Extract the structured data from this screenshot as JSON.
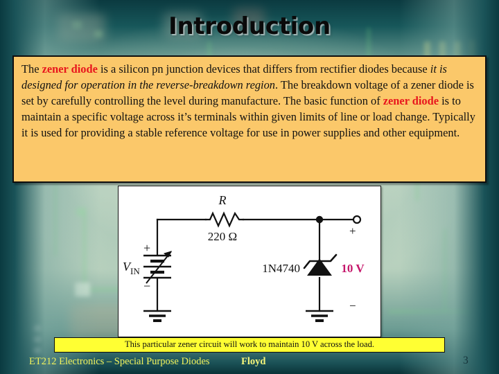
{
  "slide": {
    "title": "Introduction",
    "page_number": "3"
  },
  "body": {
    "seg1": "The ",
    "seg2_bold_red": "zener diode",
    "seg3": " is a silicon pn junction devices that differs from rectifier diodes because ",
    "seg4_italic": "it is designed for operation in the reverse-breakdown region",
    "seg5": ". The breakdown voltage of a zener diode is set by carefully controlling the level during manufacture. The basic function of ",
    "seg6_bold_red": "zener diode",
    "seg7": " is to maintain a specific voltage across it’s terminals within given limits of line or load change. Typically it is used for providing a stable reference voltage for use in power supplies and other equipment."
  },
  "circuit": {
    "source_label": "V",
    "source_sub": "IN",
    "source_plus": "+",
    "source_minus": "−",
    "resistor_ref": "R",
    "resistor_value": "220 Ω",
    "diode_part": "1N4740",
    "output_voltage": "10 V",
    "out_plus": "+",
    "out_minus": "−",
    "colors": {
      "wire": "#111111",
      "output_voltage": "#c5176b"
    }
  },
  "caption": {
    "text": "This particular zener circuit will work to maintain 10 V across the load."
  },
  "footer": {
    "left": "ET212 Electronics – Special Purpose Diodes",
    "center": "Floyd"
  },
  "theme": {
    "body_box_fill": "#fbc86a",
    "caption_fill": "#ffff33",
    "highlight_red": "#e8161d",
    "footer_yellow": "#f2f25c",
    "background_teal": "#0a3a40"
  }
}
